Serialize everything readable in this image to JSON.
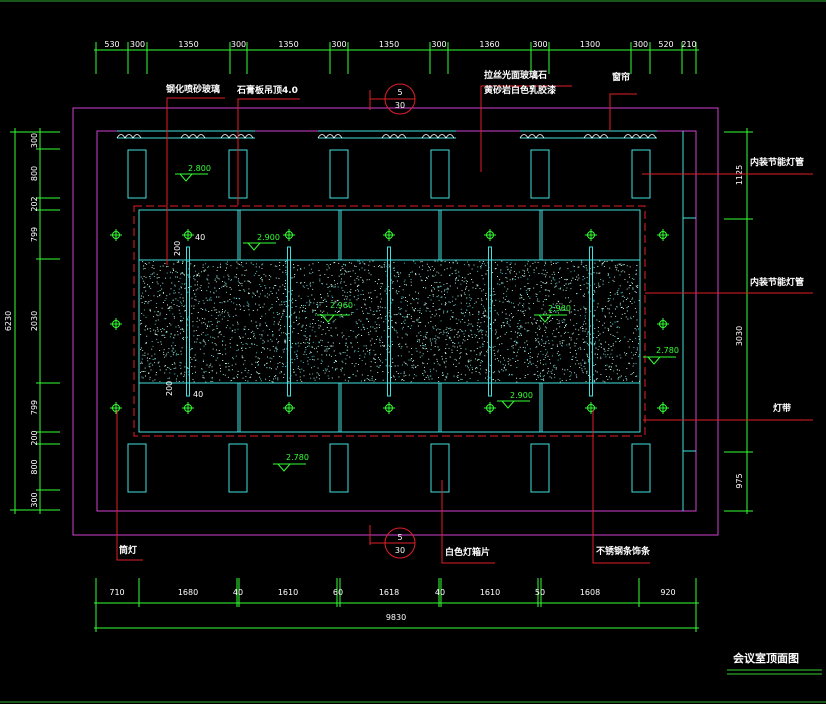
{
  "title": "会议室顶面图",
  "top_dims": [
    "530",
    "300",
    "1350",
    "300",
    "1350",
    "300",
    "1350",
    "300",
    "1360",
    "300",
    "1300",
    "300",
    "520",
    "210"
  ],
  "bottom_dims": [
    "710",
    "1680",
    "40",
    "1610",
    "60",
    "1618",
    "40",
    "1610",
    "50",
    "1608",
    "920"
  ],
  "bottom_total": "9830",
  "left_dims": [
    "300",
    "800",
    "202",
    "799",
    "2030",
    "799",
    "200",
    "800",
    "300"
  ],
  "left_total": "6230",
  "right_dims": [
    "1125",
    "3030",
    "975"
  ],
  "section_marks": [
    {
      "num": "5",
      "sheet": "30"
    },
    {
      "num": "5",
      "sheet": "30"
    }
  ],
  "labels": {
    "top_1": "钢化喷砂玻璃",
    "top_2": "石膏板吊顶4.0",
    "top_3a": "拉丝光面玻璃石",
    "top_3b": "黄砂岩白色乳胶漆",
    "top_4": "窗帘",
    "right_1": "内装节能灯管",
    "right_2": "内装节能灯管",
    "right_3": "灯带",
    "bottom_1": "筒灯",
    "bottom_2": "白色灯箱片",
    "bottom_3": "不锈钢条饰条"
  },
  "elevations": [
    "2.800",
    "2.900",
    "2.960",
    "2.960",
    "2.900",
    "2.780",
    "2.780"
  ],
  "small_dims": [
    "200",
    "40",
    "200",
    "40"
  ]
}
